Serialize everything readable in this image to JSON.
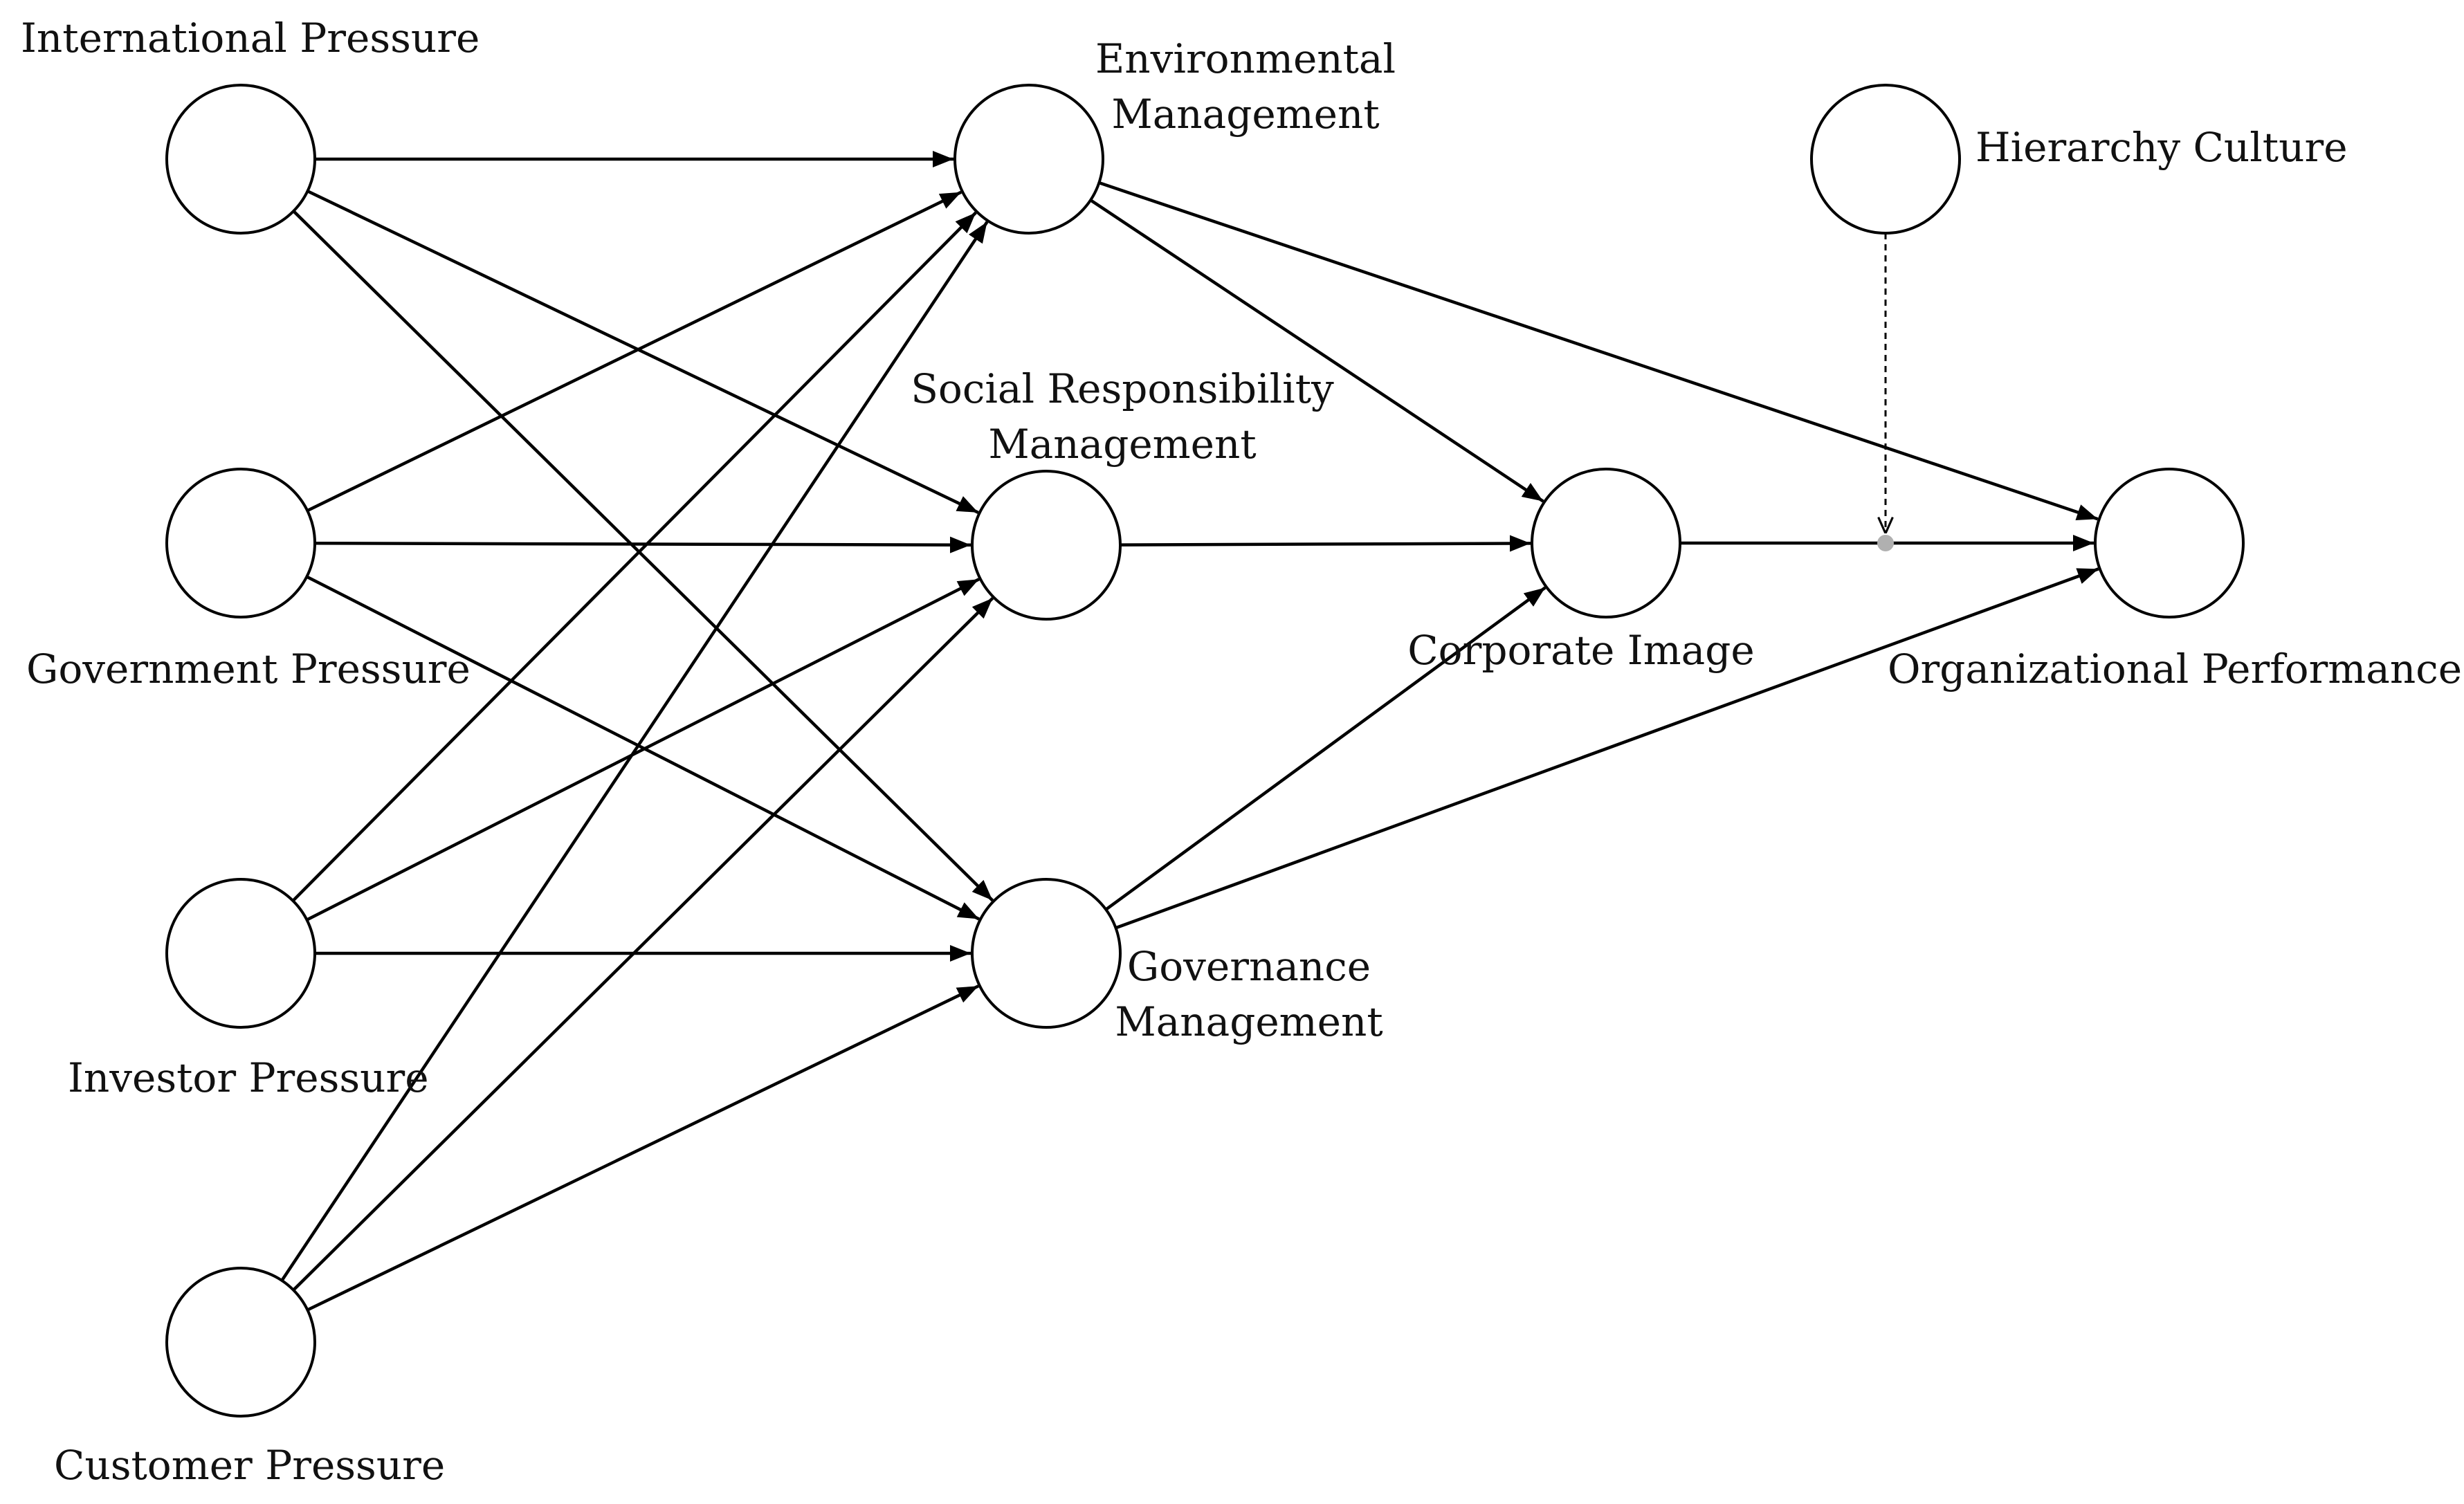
{
  "diagram": {
    "type": "path-model",
    "nodes": [
      {
        "id": "international",
        "label_lines": [
          "International Pressure"
        ]
      },
      {
        "id": "government",
        "label_lines": [
          "Government Pressure"
        ]
      },
      {
        "id": "investor",
        "label_lines": [
          "Investor Pressure"
        ]
      },
      {
        "id": "customer",
        "label_lines": [
          "Customer Pressure"
        ]
      },
      {
        "id": "environmental",
        "label_lines": [
          "Environmental",
          "Management"
        ]
      },
      {
        "id": "social",
        "label_lines": [
          "Social Responsibility",
          "Management"
        ]
      },
      {
        "id": "governance",
        "label_lines": [
          "Governance",
          "Management"
        ]
      },
      {
        "id": "corporate_image",
        "label_lines": [
          "Corporate Image"
        ]
      },
      {
        "id": "hierarchy",
        "label_lines": [
          "Hierarchy Culture"
        ]
      },
      {
        "id": "performance",
        "label_lines": [
          "Organizational Performance"
        ]
      }
    ],
    "edges": [
      {
        "from": "international",
        "to": "environmental"
      },
      {
        "from": "international",
        "to": "social"
      },
      {
        "from": "international",
        "to": "governance"
      },
      {
        "from": "government",
        "to": "environmental"
      },
      {
        "from": "government",
        "to": "social"
      },
      {
        "from": "government",
        "to": "governance"
      },
      {
        "from": "investor",
        "to": "environmental"
      },
      {
        "from": "investor",
        "to": "social"
      },
      {
        "from": "investor",
        "to": "governance"
      },
      {
        "from": "customer",
        "to": "environmental"
      },
      {
        "from": "customer",
        "to": "social"
      },
      {
        "from": "customer",
        "to": "governance"
      },
      {
        "from": "environmental",
        "to": "corporate_image"
      },
      {
        "from": "environmental",
        "to": "performance"
      },
      {
        "from": "social",
        "to": "corporate_image"
      },
      {
        "from": "governance",
        "to": "corporate_image"
      },
      {
        "from": "governance",
        "to": "performance"
      },
      {
        "from": "corporate_image",
        "to": "performance"
      }
    ],
    "moderation": {
      "from": "hierarchy",
      "on_edge": {
        "from": "corporate_image",
        "to": "performance"
      },
      "style": "dashed"
    }
  }
}
